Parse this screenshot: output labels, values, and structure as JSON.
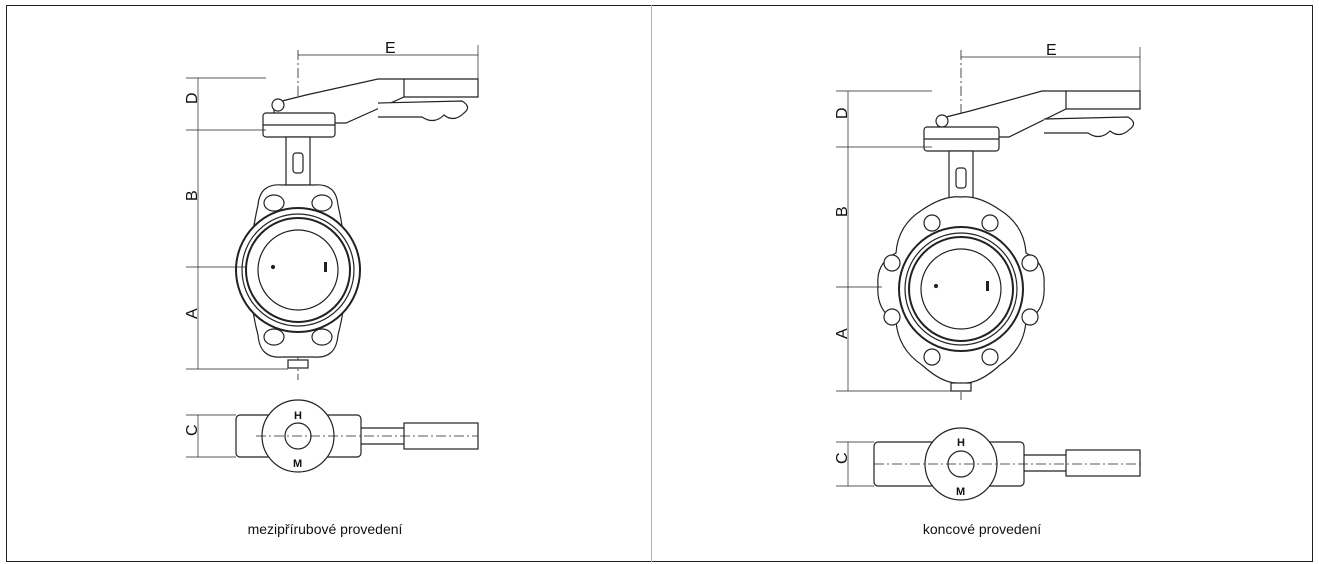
{
  "dimension_labels": {
    "a": "A",
    "b": "B",
    "c": "C",
    "d": "D",
    "e": "E"
  },
  "handle_marks": {
    "h": "H",
    "m": "M"
  },
  "panels": [
    {
      "caption": "mezipřírubové provedení"
    },
    {
      "caption": "koncové provedení"
    }
  ]
}
